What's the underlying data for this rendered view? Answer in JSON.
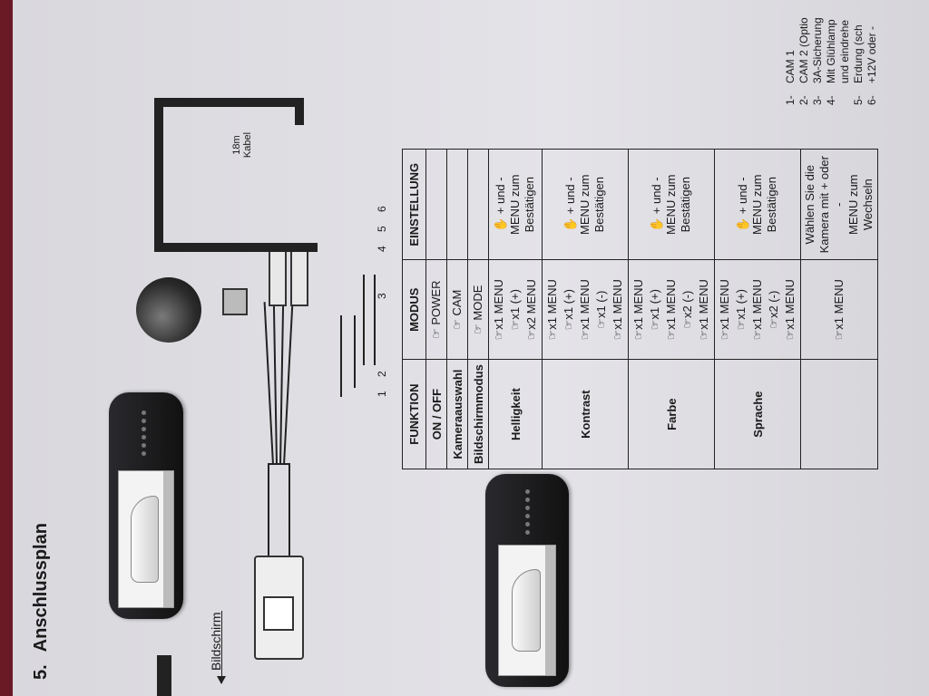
{
  "section": {
    "number": "5.",
    "title": "Anschlussplan"
  },
  "screen_label": "Bildschirm",
  "cable": {
    "length": "18m",
    "word": "Kabel",
    "pins_left": "1 2",
    "pin_middle": "3",
    "pins_right": "4 5 6"
  },
  "legend": [
    {
      "n": "1-",
      "text": "CAM 1"
    },
    {
      "n": "2-",
      "text": "CAM 2 (Optio"
    },
    {
      "n": "3-",
      "text": "3A-Sicherung"
    },
    {
      "n": "4-",
      "text": "Mit Glühlamp"
    },
    {
      "n": "",
      "text": "und eindrehe"
    },
    {
      "n": "5-",
      "text": "Erdung (sch"
    },
    {
      "n": "6-",
      "text": "+12V oder -"
    }
  ],
  "table": {
    "headers": [
      "FUNKTION",
      "MODUS",
      "EINSTELLUNG"
    ],
    "rows": [
      {
        "funktion": "ON / OFF",
        "modus": [
          "☞ POWER"
        ],
        "einstellung": ""
      },
      {
        "funktion": "Kameraauswahl",
        "modus": [
          "☞ CAM"
        ],
        "einstellung": ""
      },
      {
        "funktion": "Bildschirmmodus",
        "modus": [
          "☞ MODE"
        ],
        "einstellung": ""
      },
      {
        "funktion": "Helligkeit",
        "modus": [
          "☞x1 MENU",
          "☞x1 (+)",
          "☞x2 MENU"
        ],
        "einstellung": "✋ + und -\nMENU zum Bestätigen"
      },
      {
        "funktion": "Kontrast",
        "modus": [
          "☞x1 MENU",
          "☞x1 (+)",
          "☞x1 MENU",
          "☞x1 (-)",
          "☞x1 MENU"
        ],
        "einstellung": "✋ + und -\nMENU zum Bestätigen"
      },
      {
        "funktion": "Farbe",
        "modus": [
          "☞x1 MENU",
          "☞x1 (+)",
          "☞x1 MENU",
          "☞x2 (-)",
          "☞x1 MENU"
        ],
        "einstellung": "✋ + und -\nMENU zum Bestätigen"
      },
      {
        "funktion": "Sprache",
        "modus": [
          "☞x1 MENU",
          "☞x1 (+)",
          "☞x1 MENU",
          "☞x2 (-)",
          "☞x1 MENU"
        ],
        "einstellung": "✋ + und -\nMENU zum Bestätigen"
      },
      {
        "funktion": "",
        "modus": [
          "☞x1 MENU"
        ],
        "einstellung": "Wählen Sie die\nKamera mit + oder -\nMENU zum Wechseln"
      }
    ]
  },
  "colors": {
    "paper": "#e4e3e8",
    "cloth": "#6a1a25",
    "ink": "#1a1a1a"
  }
}
